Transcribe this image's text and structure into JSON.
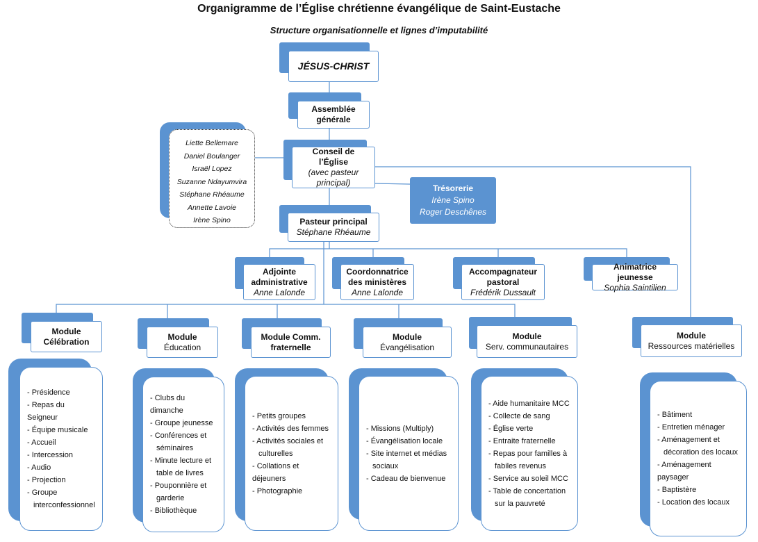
{
  "title": "Organigramme de l’Église chrétienne évangélique de Saint-Eustache",
  "subtitle": "Structure organisationnelle et lignes d’imputabilité",
  "jesus": "JÉSUS-CHRIST",
  "assemblee": {
    "line1": "Assemblée",
    "line2": "générale"
  },
  "conseil": {
    "line1": "Conseil de",
    "line2": "l’Église",
    "line3": "(avec pasteur",
    "line4": "principal)"
  },
  "conseil_members": [
    "Liette Bellemare",
    "Daniel Boulanger",
    "Israël Lopez",
    "Suzanne Ndayumvira",
    "Stéphane Rhéaume",
    "Annette Lavoie",
    "Irène Spino"
  ],
  "tresorerie": {
    "title": "Trésorerie",
    "names": [
      "Irène Spino",
      "Roger Deschênes"
    ]
  },
  "pasteur": {
    "title": "Pasteur principal",
    "name": "Stéphane Rhéaume"
  },
  "staff": [
    {
      "title1": "Adjointe",
      "title2": "administrative",
      "name": "Anne Lalonde"
    },
    {
      "title1": "Coordonnatrice",
      "title2": "des ministères",
      "name": "Anne Lalonde"
    },
    {
      "title1": "Accompagnateur",
      "title2": "pastoral",
      "name": "Frédérik Dussault"
    },
    {
      "title1": "Animatrice jeunesse",
      "title2": "",
      "name": "Sophia Saintilien"
    }
  ],
  "modules": [
    {
      "line1": "Module",
      "line2": "Célébration",
      "items": [
        "- Présidence",
        "- Repas du Seigneur",
        "- Équipe musicale",
        "- Accueil",
        "- Intercession",
        "- Audio",
        "- Projection",
        "- Groupe",
        "  interconfessionnel"
      ]
    },
    {
      "line1": "Module",
      "line2": "Éducation",
      "items": [
        "- Clubs du dimanche",
        "- Groupe jeunesse",
        "- Conférences et",
        "  séminaires",
        "- Minute lecture et",
        "  table de livres",
        "- Pouponnière et",
        "  garderie",
        "- Bibliothèque"
      ]
    },
    {
      "line1": "Module Comm.",
      "line2": "fraternelle",
      "items": [
        "- Petits groupes",
        "- Activités des femmes",
        "- Activités sociales et",
        "  culturelles",
        "- Collations et déjeuners",
        "- Photographie"
      ]
    },
    {
      "line1": "Module",
      "line2": "Évangélisation",
      "items": [
        "- Missions (Multiply)",
        "- Évangélisation locale",
        "- Site internet et médias",
        "  sociaux",
        "- Cadeau de bienvenue"
      ]
    },
    {
      "line1": "Module",
      "line2": "Serv. communautaires",
      "items": [
        "- Aide humanitaire MCC",
        "- Collecte de sang",
        "- Église verte",
        "- Entraite fraternelle",
        "- Repas pour familles à",
        "  fabiles revenus",
        "- Service au soleil MCC",
        "- Table de concertation",
        "  sur la pauvreté"
      ]
    },
    {
      "line1": "Module",
      "line2": "Ressources matérielles",
      "items": [
        "- Bâtiment",
        "- Entretien ménager",
        "- Aménagement et",
        "  décoration des locaux",
        "- Aménagement paysager",
        "- Baptistère",
        "- Location des locaux"
      ]
    }
  ],
  "colors": {
    "accent": "#5b93d1",
    "line": "#5b93d1"
  }
}
